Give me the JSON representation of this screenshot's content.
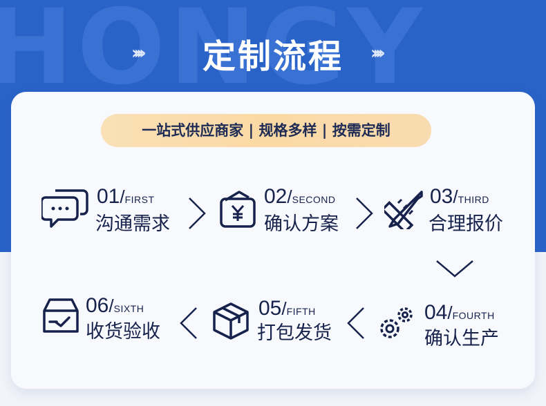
{
  "header": {
    "title": "定制流程",
    "watermark": "HONGY",
    "left_chevrons": "››››",
    "right_chevrons": "››››"
  },
  "tagline": "一站式供应商家 | 规格多样 | 按需定制",
  "steps": [
    {
      "num": "01",
      "en": "FIRST",
      "cn": "沟通需求",
      "icon": "chat-bubbles-icon"
    },
    {
      "num": "02",
      "en": "SECOND",
      "cn": "确认方案",
      "icon": "yuan-wallet-icon"
    },
    {
      "num": "03",
      "en": "THIRD",
      "cn": "合理报价",
      "icon": "pencil-ruler-icon"
    },
    {
      "num": "04",
      "en": "FOURTH",
      "cn": "确认生产",
      "icon": "gears-icon"
    },
    {
      "num": "05",
      "en": "FIFTH",
      "cn": "打包发货",
      "icon": "package-box-icon"
    },
    {
      "num": "06",
      "en": "SIXTH",
      "cn": "收货验收",
      "icon": "inbox-check-icon"
    }
  ],
  "colors": {
    "banner": "#2a63c8",
    "ink": "#16224b",
    "card": "#f7f9fd"
  }
}
